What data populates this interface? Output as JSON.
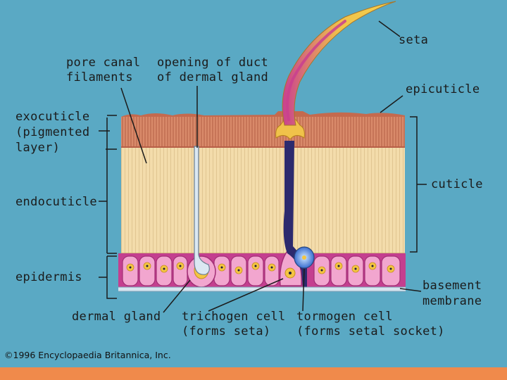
{
  "diagram": {
    "labels": {
      "seta": "seta",
      "pore_canal_filaments_1": "pore canal",
      "pore_canal_filaments_2": "filaments",
      "opening_duct_1": "opening of duct",
      "opening_duct_2": "of dermal gland",
      "epicuticle": "epicuticle",
      "exocuticle_1": "exocuticle",
      "exocuticle_2": "(pigmented",
      "exocuticle_3": "layer)",
      "endocuticle": "endocuticle",
      "cuticle": "cuticle",
      "epidermis": "epidermis",
      "basement_membrane_1": "basement",
      "basement_membrane_2": "membrane",
      "dermal_gland": "dermal gland",
      "trichogen_cell_1": "trichogen cell",
      "trichogen_cell_2": "(forms seta)",
      "tormogen_cell_1": "tormogen cell",
      "tormogen_cell_2": "(forms setal socket)"
    },
    "copyright": "©1996 Encyclopaedia Britannica, Inc.",
    "colors": {
      "background": "#5aa9c4",
      "exocuticle": "#d98a6a",
      "endocuticle": "#f3dcab",
      "epidermis_cell": "#e06ab0",
      "nucleus": "#f4c542",
      "seta": "#e9b53a",
      "duct": "#2c2a6e",
      "accent_bar": "#f08a4b"
    }
  }
}
